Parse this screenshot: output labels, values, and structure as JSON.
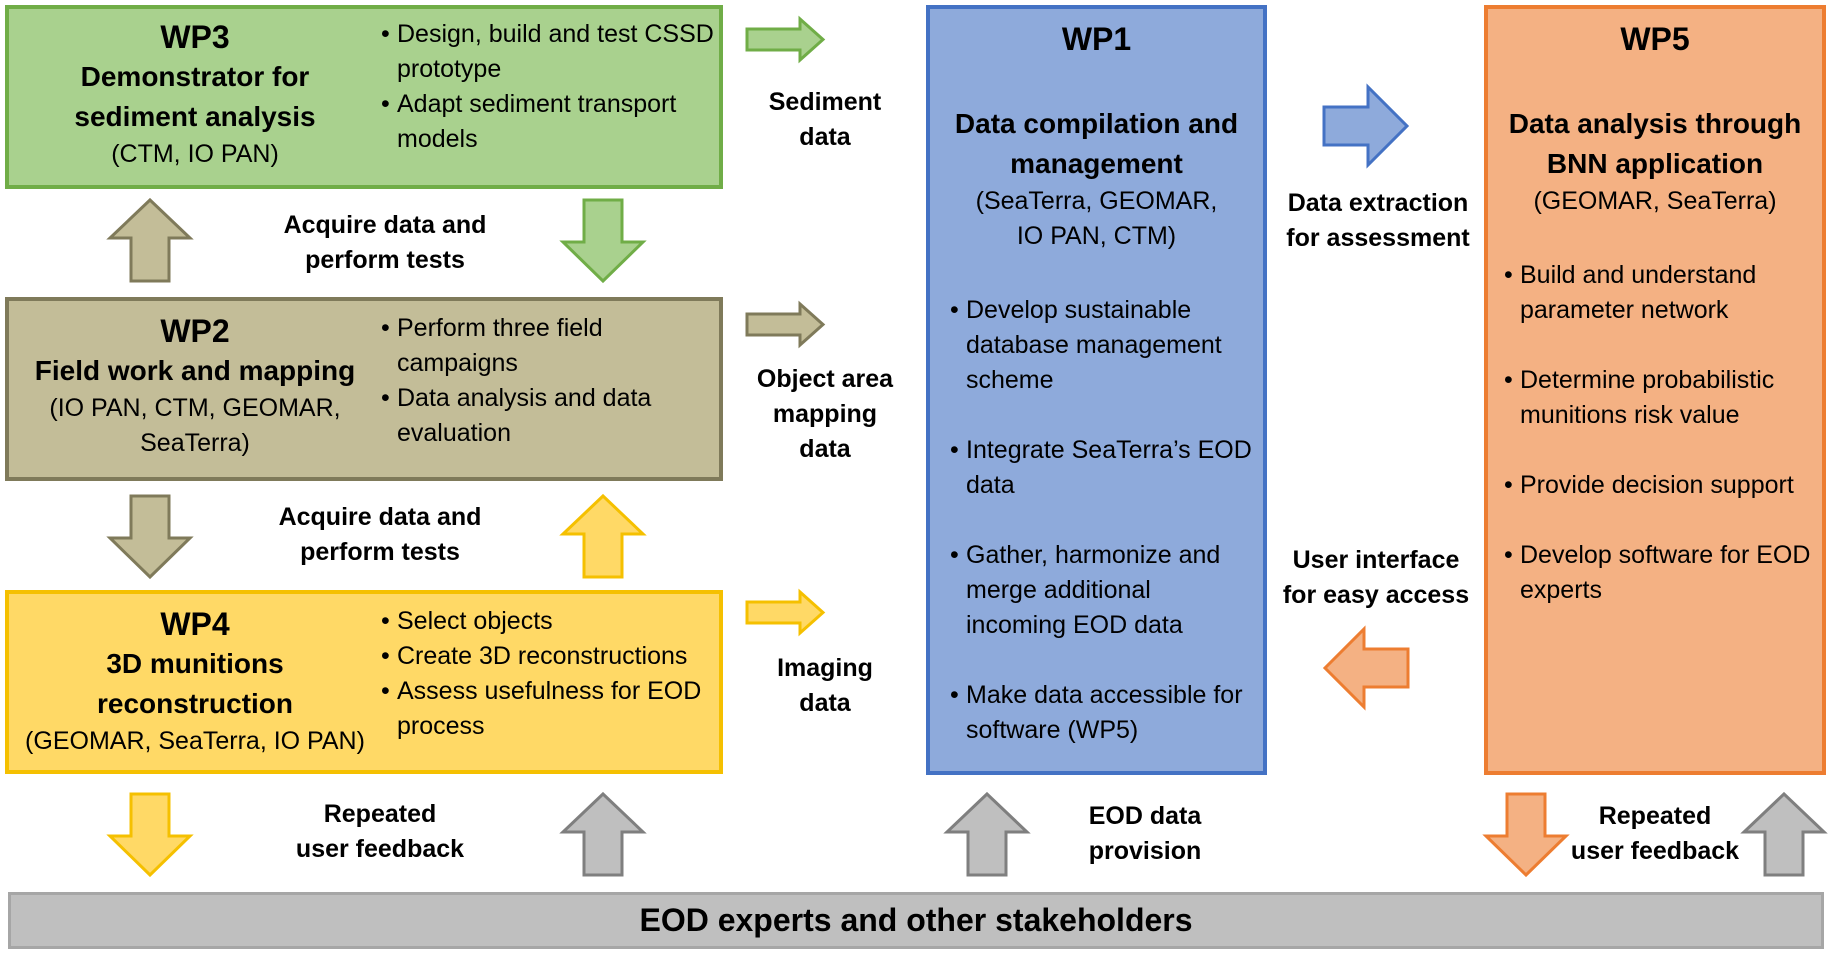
{
  "wp3": {
    "title": "WP3",
    "subtitle": [
      "Demonstrator for",
      "sediment analysis"
    ],
    "partners": "(CTM, IO PAN)",
    "bullets": [
      "Design, build and test CSSD prototype",
      "Adapt sediment transport models"
    ],
    "colors": {
      "fill": "#a9d18e",
      "border": "#70ad47"
    }
  },
  "wp2": {
    "title": "WP2",
    "subtitle": [
      "Field work and mapping"
    ],
    "partners": "(IO PAN, CTM, GEOMAR, SeaTerra)",
    "bullets": [
      "Perform three field campaigns",
      "Data analysis and data evaluation"
    ],
    "colors": {
      "fill": "#c3bd98",
      "border": "#7f7a5a"
    }
  },
  "wp4": {
    "title": "WP4",
    "subtitle": [
      "3D munitions",
      "reconstruction"
    ],
    "partners": "(GEOMAR, SeaTerra, IO PAN)",
    "bullets": [
      "Select objects",
      "Create 3D reconstructions",
      "Assess usefulness for EOD process"
    ],
    "colors": {
      "fill": "#ffd966",
      "border": "#f5c000"
    }
  },
  "wp1": {
    "title": "WP1",
    "subtitle": [
      "Data compilation and",
      "management"
    ],
    "partners": [
      "(SeaTerra, GEOMAR,",
      "IO PAN, CTM)"
    ],
    "bullets": [
      "Develop sustainable database management scheme",
      "Integrate SeaTerra’s EOD data",
      "Gather, harmonize and merge additional incoming EOD data",
      "Make data accessible for software (WP5)"
    ],
    "colors": {
      "fill": "#8eaadb",
      "border": "#4472c4"
    }
  },
  "wp5": {
    "title": "WP5",
    "subtitle": [
      "Data analysis through",
      "BNN application"
    ],
    "partners": "(GEOMAR, SeaTerra)",
    "bullets": [
      "Build and understand parameter network",
      "Determine probabilistic munitions risk value",
      "Provide decision support",
      "Develop software for EOD experts"
    ],
    "colors": {
      "fill": "#f4b183",
      "border": "#ed7d31"
    }
  },
  "stakeholders": {
    "label": "EOD experts and other stakeholders",
    "colors": {
      "fill": "#bfbfbf",
      "border": "#a6a6a6"
    }
  },
  "labels": {
    "sediment": [
      "Sediment",
      "data"
    ],
    "acquire_top": [
      "Acquire data and",
      "perform tests"
    ],
    "object_area": [
      "Object area",
      "mapping",
      "data"
    ],
    "acquire_bottom": [
      "Acquire data and",
      "perform tests"
    ],
    "imaging": [
      "Imaging",
      "data"
    ],
    "feedback_left": [
      "Repeated",
      "user feedback"
    ],
    "eod_provision": [
      "EOD data",
      "provision"
    ],
    "extraction": [
      "Data extraction",
      "for assessment"
    ],
    "user_interface": [
      "User interface",
      "for easy access"
    ],
    "feedback_right": [
      "Repeated",
      "user feedback"
    ]
  },
  "arrow_colors": {
    "green": {
      "fill": "#a9d18e",
      "border": "#70ad47"
    },
    "olive": {
      "fill": "#c3bd98",
      "border": "#7f7a5a"
    },
    "yellow": {
      "fill": "#ffd966",
      "border": "#f5c000"
    },
    "blue": {
      "fill": "#8eaadb",
      "border": "#4472c4"
    },
    "orange": {
      "fill": "#f4b183",
      "border": "#ed7d31"
    },
    "gray": {
      "fill": "#bfbfbf",
      "border": "#a6a6a6"
    }
  }
}
